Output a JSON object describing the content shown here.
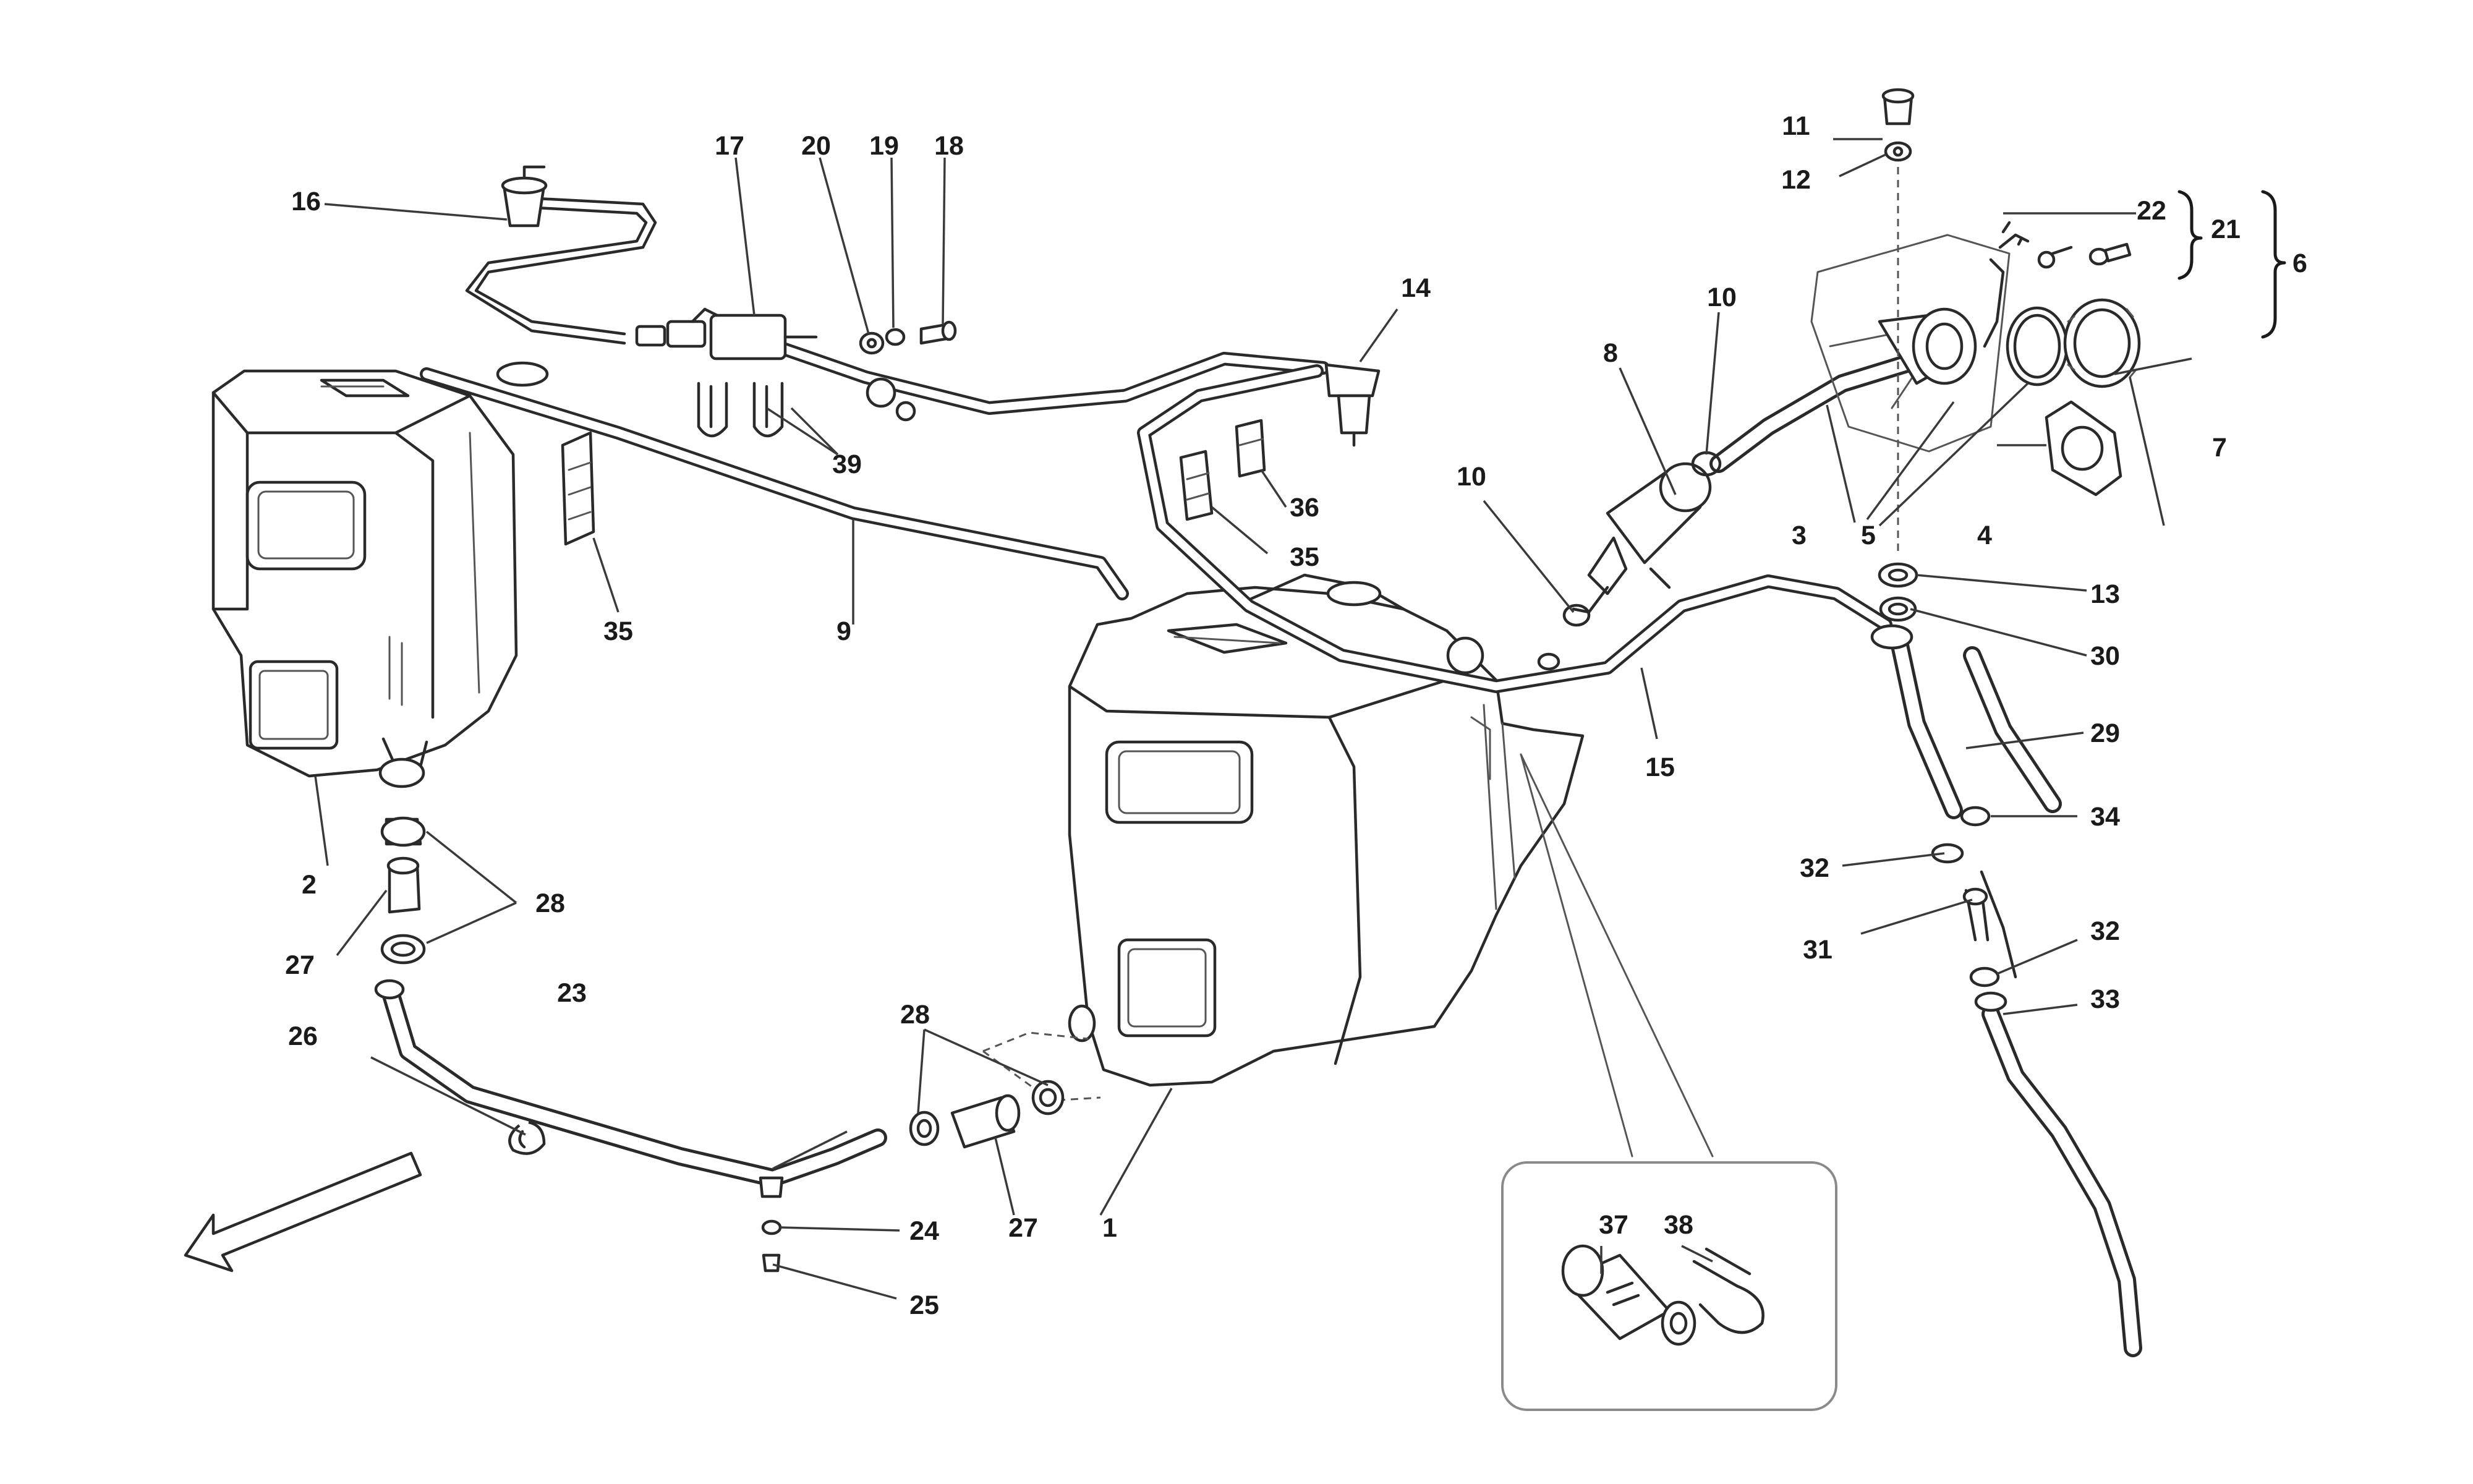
{
  "callouts": {
    "c1": "1",
    "c2": "2",
    "c3": "3",
    "c4": "4",
    "c5": "5",
    "c6": "6",
    "c7": "7",
    "c8": "8",
    "c9": "9",
    "c10a": "10",
    "c10b": "10",
    "c11": "11",
    "c12": "12",
    "c13": "13",
    "c14": "14",
    "c15": "15",
    "c16": "16",
    "c17": "17",
    "c18": "18",
    "c19": "19",
    "c20": "20",
    "c21": "21",
    "c22": "22",
    "c23": "23",
    "c24": "24",
    "c25": "25",
    "c26": "26",
    "c27a": "27",
    "c27b": "27",
    "c28a": "28",
    "c28b": "28",
    "c29": "29",
    "c30": "30",
    "c31": "31",
    "c32a": "32",
    "c32b": "32",
    "c33": "33",
    "c34": "34",
    "c35a": "35",
    "c35b": "35",
    "c36": "36",
    "c37": "37",
    "c38": "38",
    "c39": "39"
  },
  "colors": {
    "line": "#2a2a2a",
    "label": "#1a1a1a",
    "detail_frame": "#8a8a8a",
    "background": "#ffffff"
  }
}
